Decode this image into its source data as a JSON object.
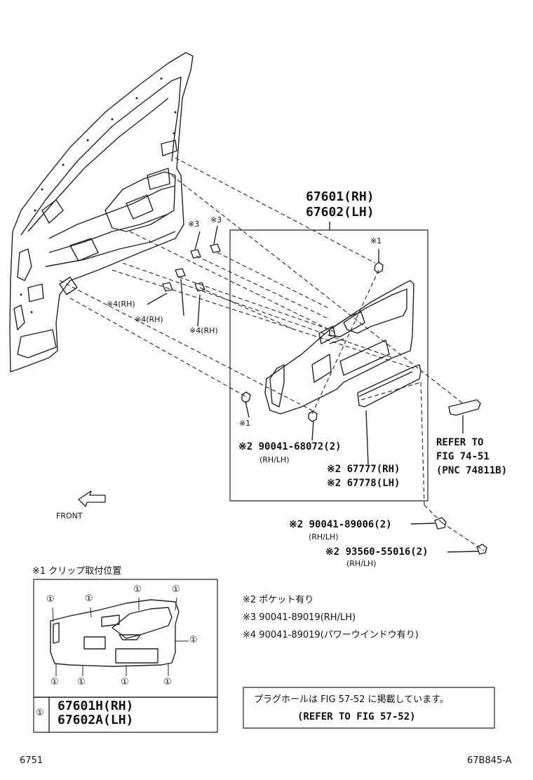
{
  "main_part": {
    "rh": "67601(RH)",
    "lh": "67602(LH)"
  },
  "clip_top": "※1",
  "clip_bottom": "※1",
  "screw3_a": "※3",
  "screw3_b": "※3",
  "clip4_a": "※4(RH)",
  "clip4_b": "※4(RH)",
  "clip4_c": "※4(RH)",
  "screw_90041_68072": {
    "num": "※2 90041-68072(2)",
    "sub": "(RH/LH)"
  },
  "pocket": {
    "rh": "※2 67777(RH)",
    "lh": "※2 67778(LH)"
  },
  "refer": {
    "line1": "REFER TO",
    "line2": "FIG 74-51",
    "line3": "(PNC 74811B)"
  },
  "front": "FRONT",
  "screw_90041_89006": {
    "num": "※2 90041-89006(2)",
    "sub": "(RH/LH)"
  },
  "screw_93560": {
    "num": "※2 93560-55016(2)",
    "sub": "(RH/LH)"
  },
  "inset_title": "※1 クリップ取付位置",
  "inset_legend_symbol": "①",
  "inset_markers": [
    "①",
    "①",
    "①",
    "①",
    "①",
    "①",
    "①",
    "①",
    "①"
  ],
  "inset_parts": {
    "rh": "67601H(RH)",
    "lh": "67602A(LH)"
  },
  "notes": [
    "※2 ポケット有り",
    "※3 90041-89019(RH/LH)",
    "※4 90041-89019(パワーウインドウ有り)"
  ],
  "plug_note": {
    "jp": "プラグホールは FIG 57-52 に掲載しています。",
    "en": "(REFER TO FIG 57-52)"
  },
  "footer_left": "6751",
  "footer_right": "67B845-A"
}
